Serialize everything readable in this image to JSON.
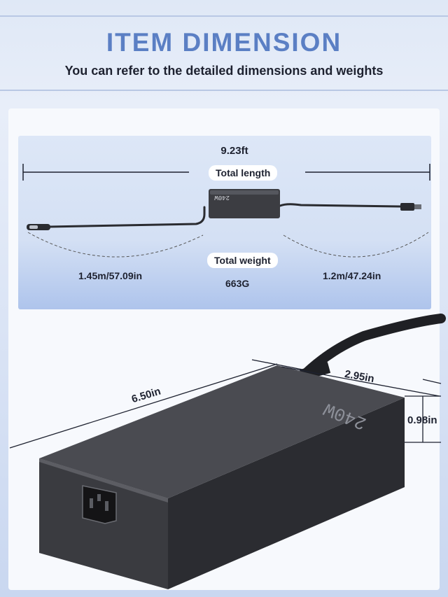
{
  "header": {
    "title": "ITEM DIMENSION",
    "subtitle": "You can refer to the detailed dimensions and weights"
  },
  "cable_panel": {
    "length_value": "9.23ft",
    "length_label": "Total length",
    "weight_label": "Total weight",
    "weight_value": "663G",
    "left_cable": "1.45m/57.09in",
    "right_cable": "1.2m/47.24in",
    "brick_marking": "240W"
  },
  "adapter": {
    "length": "6.50in",
    "width": "2.95in",
    "height": "0.98in",
    "marking": "240W"
  },
  "colors": {
    "title_blue": "#5b7fc4",
    "adapter_dark": "#3c3d42"
  }
}
